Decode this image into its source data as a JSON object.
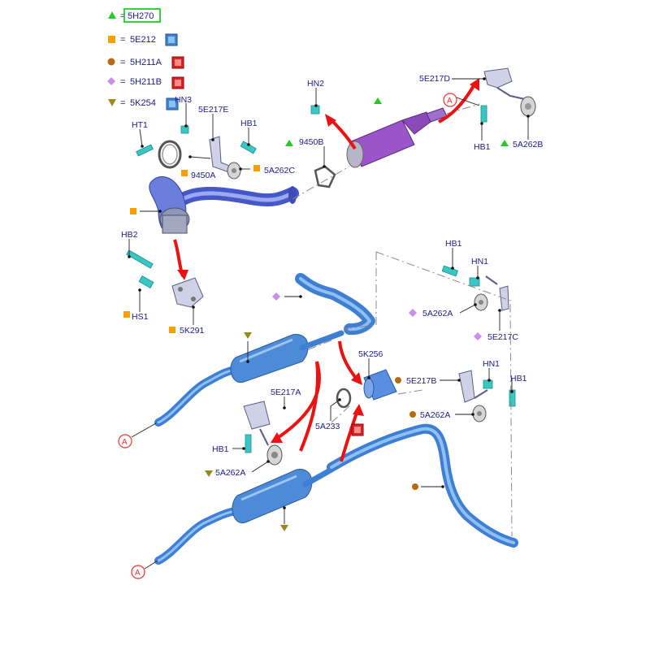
{
  "legend": [
    {
      "marker": "triangle",
      "color": "#22cc22",
      "label": "5H270",
      "boxed": true,
      "icon": null
    },
    {
      "marker": "square",
      "color": "#f5a000",
      "label": "5E212",
      "boxed": false,
      "icon": "blue-book-icon"
    },
    {
      "marker": "circle",
      "color": "#b86a10",
      "label": "5H211A",
      "boxed": false,
      "icon": "red-book-icon"
    },
    {
      "marker": "diamond",
      "color": "#c98ef0",
      "label": "5H211B",
      "boxed": false,
      "icon": "red-book-icon"
    },
    {
      "marker": "triangle-down",
      "color": "#9a8a1a",
      "label": "5K254",
      "boxed": false,
      "icon": "blue-book-icon"
    }
  ],
  "legend_eq": "=",
  "labels": {
    "hn2": "HN2",
    "e217d": "5E217D",
    "hn3": "HN3",
    "e217e": "5E217E",
    "ht1": "HT1",
    "hb1_top": "HB1",
    "b9450b": "9450B",
    "a262c": "5A262C",
    "a9450a": "9450A",
    "hb1_right": "HB1",
    "a262b": "5A262B",
    "hb2": "HB2",
    "hs1": "HS1",
    "k291": "5K291",
    "hb1_mr": "HB1",
    "hn1_mr": "HN1",
    "a262a_mr": "5A262A",
    "e217c": "5E217C",
    "k256": "5K256",
    "e217b": "5E217B",
    "hn1_lr": "HN1",
    "hb1_lr": "HB1",
    "a262a_lr": "5A262A",
    "e217a": "5E217A",
    "a233": "5A233",
    "hb1_ll": "HB1",
    "a262a_ll": "5A262A",
    "circle_a": "A"
  },
  "colors": {
    "green": "#22cc22",
    "orange": "#f5a000",
    "brown": "#b86a10",
    "lilac": "#c98ef0",
    "olive": "#9a8a1a",
    "arrow": "#e11111",
    "pipe": "#3f7fd3"
  }
}
